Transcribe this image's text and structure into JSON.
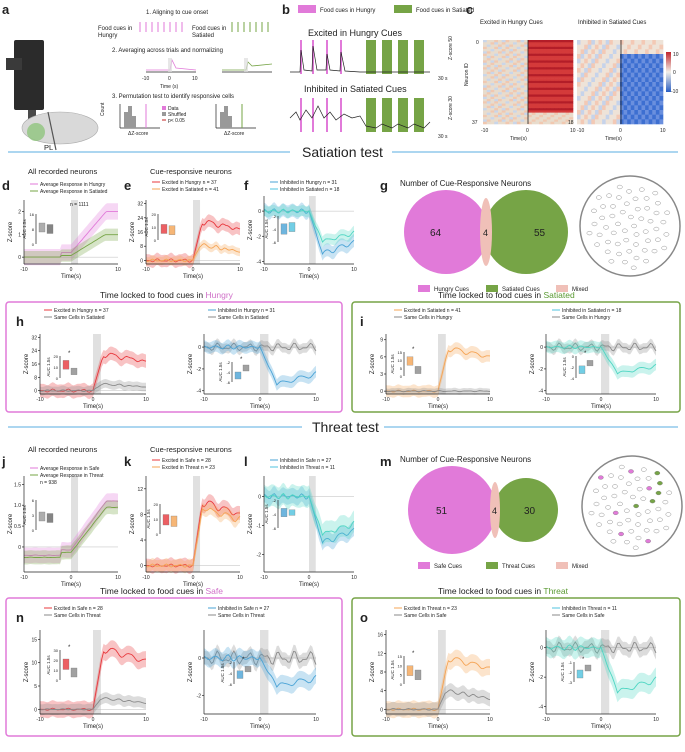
{
  "colors": {
    "hungry": "#e17ad9",
    "satiated": "#76a446",
    "excited_red": "#e8383d",
    "orange": "#f5a455",
    "cyan": "#4fc3df",
    "gray": "#8a8a8a",
    "mixed": "#f0c0b8",
    "blue_line": "#4aa3d6"
  },
  "panel_letters": [
    "a",
    "b",
    "c",
    "d",
    "e",
    "f",
    "g",
    "h",
    "i",
    "j",
    "k",
    "l",
    "m",
    "n",
    "o"
  ],
  "panel_a": {
    "step1": "1. Aligning to cue onset",
    "food_cues_hungry": "Food cues in\nHungry",
    "food_cues_satiated": "Food cues in\nSatiated",
    "step2": "2. Averaging across trials and normalizing",
    "time_label": "Time (s)",
    "x_ticks": [
      "-10",
      "0",
      "10"
    ],
    "step3": "3. Permutation test to identify responsive cells",
    "count_label": "Count",
    "dz_label": "ΔZ-score",
    "legend": [
      "Data",
      "Shuffled",
      "p< 0.05"
    ],
    "brain_label": "PL"
  },
  "panel_b": {
    "legend_hungry": "Food cues in Hungry",
    "legend_satiated": "Food cues in Satiated",
    "title_excited": "Excited in Hungry Cues",
    "title_inhibited": "Inhibited in Satiated Cues",
    "scale_time": "30 s",
    "scale_z": "Z-score\n50",
    "scale_z2": "Z-score\n30"
  },
  "panel_c": {
    "title_left": "Excited in Hungry Cues",
    "title_right": "Inhibited in Satiated Cues",
    "ylabel": "Neuron ID",
    "xlabel": "Time(s)",
    "left_y_top": "0",
    "left_y_bottom": "37",
    "right_y_bottom": "18",
    "x_ticks": [
      "-10",
      "0",
      "10"
    ],
    "colorbar_ticks": [
      "10",
      "0",
      "-10"
    ]
  },
  "section_satiation": "Satiation test",
  "section_threat": "Threat test",
  "panel_d": {
    "title": "All recorded neurons",
    "legend": [
      "Average Response in Hungry",
      "Average Response in Satiated"
    ],
    "n": "n = 1111",
    "ylabel": "Z-score",
    "xlabel": "Time(s)",
    "y_ticks": [
      "2",
      "1",
      "0"
    ],
    "x_ticks": [
      "-10",
      "0",
      "10"
    ],
    "inset_ylabel": "AUC 1.5s",
    "inset_ticks": [
      "16",
      "8",
      "0"
    ]
  },
  "panel_e": {
    "title": "Cue-responsive neurons",
    "legend": [
      "Excited in Hungry n = 37",
      "Excited in Satiated n = 41"
    ],
    "ylabel": "Z-score",
    "xlabel": "Time(s)",
    "y_ticks": [
      "32",
      "24",
      "16",
      "8",
      "0"
    ],
    "x_ticks": [
      "-10",
      "0",
      "10"
    ],
    "inset_ylabel": "AUC 1.5s",
    "inset_ticks": [
      "20",
      "10",
      "0"
    ]
  },
  "panel_f": {
    "legend": [
      "Inhibited in Hungry n = 31",
      "Inhibited in Satiated n = 18"
    ],
    "ylabel": "Z-score",
    "xlabel": "Time(s)",
    "y_ticks": [
      "0",
      "-2",
      "-4"
    ],
    "x_ticks": [
      "-10",
      "0",
      "10"
    ],
    "inset_ylabel": "AUC 1.5s",
    "inset_ticks": [
      "-2",
      "-4",
      "-6"
    ]
  },
  "panel_g": {
    "title": "Number of Cue-Responsive Neurons",
    "left": "64",
    "mid": "4",
    "right": "55",
    "legend": [
      "Hungry Cues",
      "Satiated Cues",
      "Mixed"
    ]
  },
  "panel_h": {
    "title_prefix": "Time locked to food cues in ",
    "title_cond": "Hungry",
    "left_legend": [
      "Excited in Hungry n = 37",
      "Same Cells in Satiated"
    ],
    "right_legend": [
      "Inhibited in Hungry n = 31",
      "Same Cells in Satiated"
    ],
    "left_y_ticks": [
      "32",
      "24",
      "16",
      "8",
      "0"
    ],
    "right_y_ticks": [
      "0",
      "-2",
      "-4"
    ],
    "x_ticks": [
      "-10",
      "0",
      "10"
    ],
    "ylabel": "Z-score",
    "xlabel": "Time(s)",
    "inset_ylabel": "AUC 1.5s",
    "left_inset_ticks": [
      "20",
      "10",
      "0"
    ],
    "right_inset_ticks": [
      "-2",
      "-4",
      "-6"
    ],
    "star": "*"
  },
  "panel_i": {
    "title_prefix": "Time locked to food cues in ",
    "title_cond": "Satiated",
    "left_legend": [
      "Excited in Satiated n = 41",
      "Same Cells in Hungry"
    ],
    "right_legend": [
      "Inhibited in Satiated n = 18",
      "Same Cells in Hungry"
    ],
    "left_y_ticks": [
      "9",
      "6",
      "3",
      "0"
    ],
    "right_y_ticks": [
      "0",
      "-2",
      "-4"
    ],
    "x_ticks": [
      "-10",
      "0",
      "10"
    ],
    "ylabel": "Z-score",
    "xlabel": "Time(s)",
    "inset_ylabel": "AUC 1.5s",
    "left_inset_ticks": [
      "15",
      "10",
      "5",
      "0"
    ],
    "right_inset_ticks": [
      "0",
      "-2",
      "-4"
    ],
    "star": "*"
  },
  "panel_j": {
    "title": "All recorded neurons",
    "legend": [
      "Average Response in Safe",
      "Average Response in Threat"
    ],
    "n": "n = 938",
    "ylabel": "Z-score",
    "xlabel": "Time(s)",
    "y_ticks": [
      "1.5",
      "1.0",
      "0.5",
      "0"
    ],
    "x_ticks": [
      "-10",
      "0",
      "10"
    ],
    "inset_ylabel": "AUC 1.5s",
    "inset_ticks": [
      "6",
      "3",
      "0"
    ]
  },
  "panel_k": {
    "title": "Cue-responsive neurons",
    "legend": [
      "Excited in Safe n = 28",
      "Excited in Threat n = 23"
    ],
    "ylabel": "Z-score",
    "xlabel": "Time(s)",
    "y_ticks": [
      "12",
      "8",
      "4",
      "0"
    ],
    "x_ticks": [
      "-10",
      "0",
      "10"
    ],
    "inset_ylabel": "AUC 1.5s",
    "inset_ticks": [
      "20",
      "10",
      "0"
    ]
  },
  "panel_l": {
    "legend": [
      "Inhibited in Safe n = 27",
      "Inhibited in Threat n = 11"
    ],
    "ylabel": "Z-score",
    "xlabel": "Time(s)",
    "y_ticks": [
      "0",
      "-1",
      "-2"
    ],
    "x_ticks": [
      "-10",
      "0",
      "10"
    ],
    "inset_ylabel": "AUC 1.5s",
    "inset_ticks": [
      "-2",
      "-4",
      "-6"
    ]
  },
  "panel_m": {
    "title": "Number of Cue-Responsive Neurons",
    "left": "51",
    "mid": "4",
    "right": "30",
    "legend": [
      "Safe Cues",
      "Threat Cues",
      "Mixed"
    ]
  },
  "panel_n": {
    "title_prefix": "Time locked to food cues in ",
    "title_cond": "Safe",
    "left_legend": [
      "Excited in Safe n = 28",
      "Same Cells in Threat"
    ],
    "right_legend": [
      "Inhibited in Safe n = 27",
      "Same Cells in Threat"
    ],
    "left_y_ticks": [
      "15",
      "10",
      "5",
      "0"
    ],
    "right_y_ticks": [
      "0",
      "-2"
    ],
    "x_ticks": [
      "-10",
      "0",
      "10"
    ],
    "ylabel": "Z-score",
    "xlabel": "Time(s)",
    "inset_ylabel": "AUC 1.5s",
    "left_inset_ticks": [
      "30",
      "20",
      "10",
      "0"
    ],
    "right_inset_ticks": [
      "-2",
      "-4",
      "-6"
    ],
    "star": "*"
  },
  "panel_o": {
    "title_prefix": "Time locked to food cues in ",
    "title_cond": "Threat",
    "left_legend": [
      "Excited in Threat n = 23",
      "Same Cells in Safe"
    ],
    "right_legend": [
      "Inhibited in Threat n = 11",
      "Same Cells in Safe"
    ],
    "left_y_ticks": [
      "16",
      "12",
      "8",
      "4",
      "0"
    ],
    "right_y_ticks": [
      "0",
      "-2",
      "-4"
    ],
    "x_ticks": [
      "-10",
      "0",
      "10"
    ],
    "ylabel": "Z-score",
    "xlabel": "Time(s)",
    "inset_ylabel": "AUC 1.5s",
    "left_inset_ticks": [
      "15",
      "10",
      "5",
      "0"
    ],
    "right_inset_ticks": [
      "-1",
      "-2",
      "-3"
    ],
    "star": "*"
  }
}
